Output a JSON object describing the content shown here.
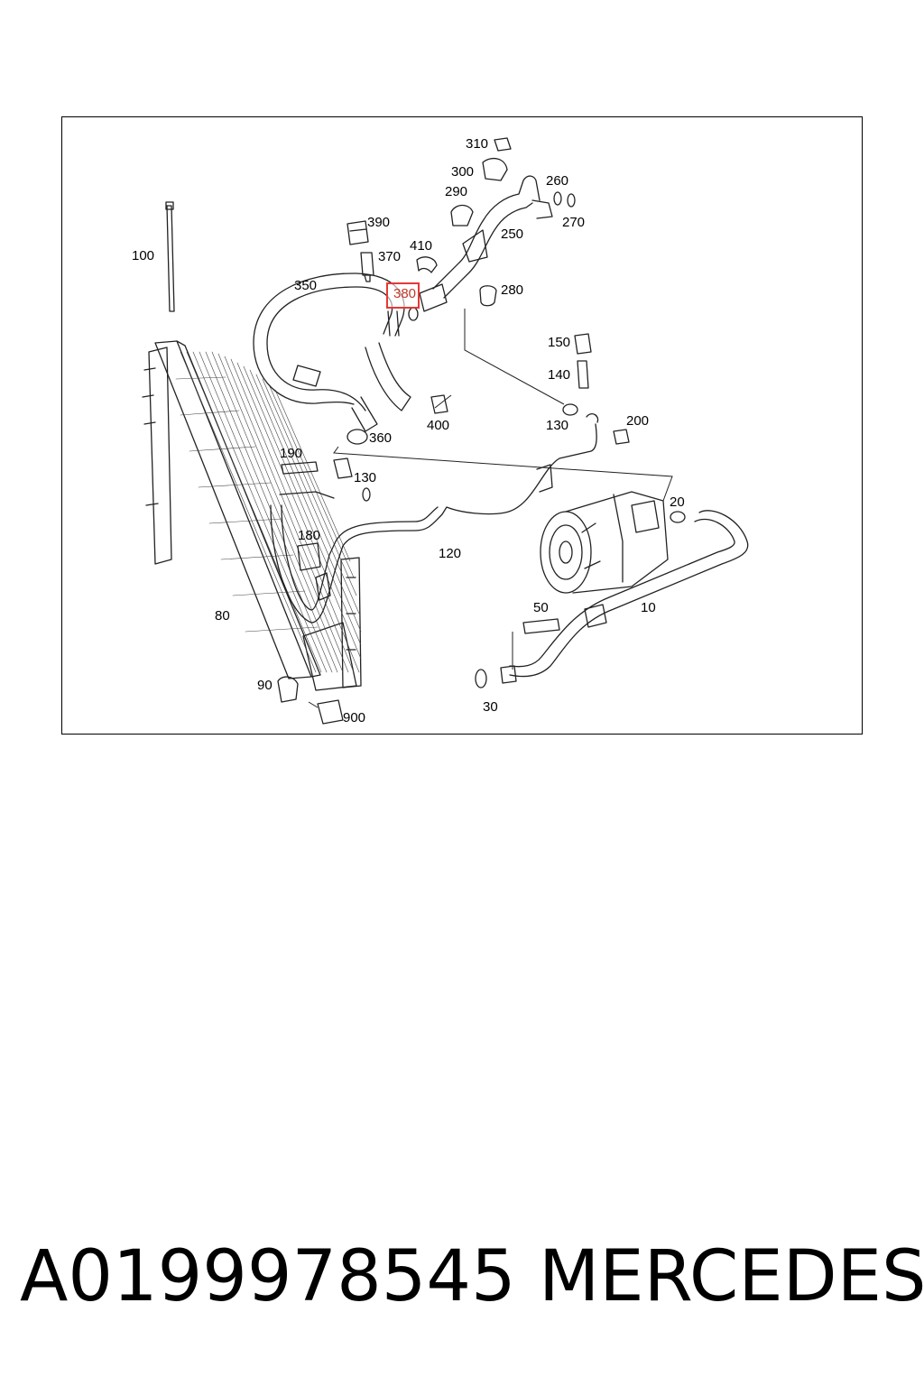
{
  "diagram": {
    "callouts": [
      {
        "id": "310",
        "text": "310"
      },
      {
        "id": "300",
        "text": "300"
      },
      {
        "id": "260",
        "text": "260"
      },
      {
        "id": "290",
        "text": "290"
      },
      {
        "id": "270",
        "text": "270"
      },
      {
        "id": "390",
        "text": "390"
      },
      {
        "id": "250",
        "text": "250"
      },
      {
        "id": "410",
        "text": "410"
      },
      {
        "id": "100",
        "text": "100"
      },
      {
        "id": "370",
        "text": "370"
      },
      {
        "id": "350",
        "text": "350"
      },
      {
        "id": "380",
        "text": "380",
        "highlighted": true
      },
      {
        "id": "280",
        "text": "280"
      },
      {
        "id": "150",
        "text": "150"
      },
      {
        "id": "140",
        "text": "140"
      },
      {
        "id": "400",
        "text": "400"
      },
      {
        "id": "130a",
        "text": "130"
      },
      {
        "id": "200",
        "text": "200"
      },
      {
        "id": "360",
        "text": "360"
      },
      {
        "id": "190",
        "text": "190"
      },
      {
        "id": "130b",
        "text": "130"
      },
      {
        "id": "20",
        "text": "20"
      },
      {
        "id": "180",
        "text": "180"
      },
      {
        "id": "120",
        "text": "120"
      },
      {
        "id": "10",
        "text": "10"
      },
      {
        "id": "50",
        "text": "50"
      },
      {
        "id": "80",
        "text": "80"
      },
      {
        "id": "90",
        "text": "90"
      },
      {
        "id": "900",
        "text": "900"
      },
      {
        "id": "30",
        "text": "30"
      }
    ],
    "highlight_color": "#e53935"
  },
  "caption": {
    "part_number": "A0199978545",
    "brand": "MERCEDES"
  }
}
